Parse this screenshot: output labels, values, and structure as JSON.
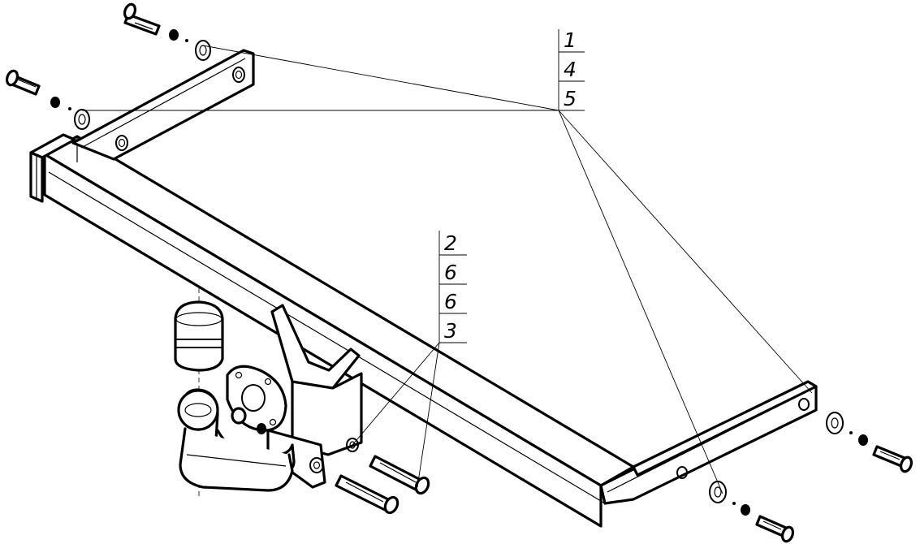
{
  "callouts": {
    "group_top": [
      "1",
      "4",
      "5"
    ],
    "group_mid": [
      "2",
      "6",
      "6",
      "3"
    ]
  }
}
